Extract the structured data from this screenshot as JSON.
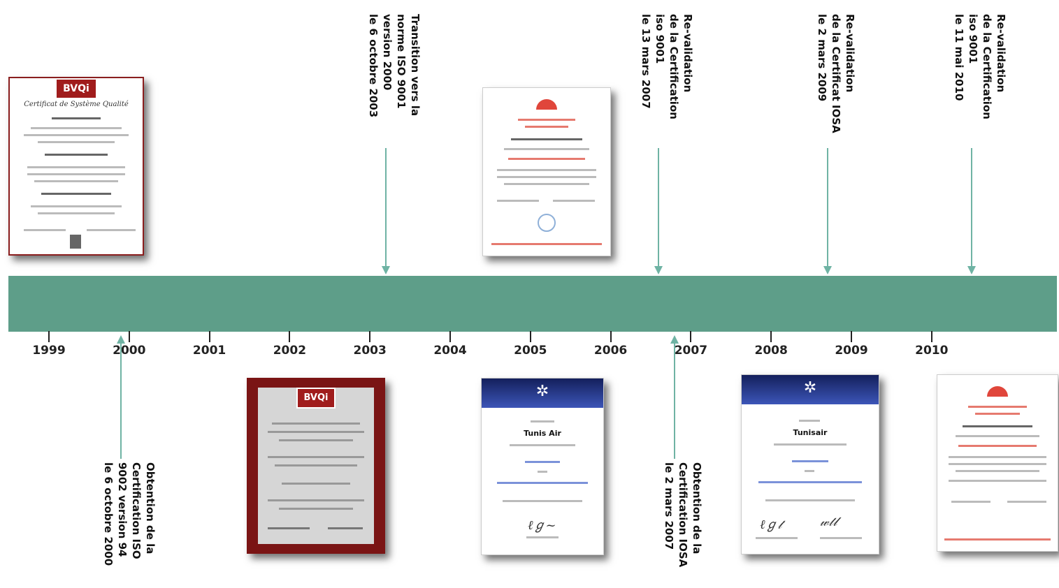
{
  "timeline": {
    "band_color": "#5e9e89",
    "connector_color": "#6fb3a4",
    "years": [
      "1999",
      "2000",
      "2001",
      "2002",
      "2003",
      "2004",
      "2005",
      "2006",
      "2007",
      "2008",
      "2009",
      "2010"
    ]
  },
  "events_above": [
    {
      "id": "transition-2003",
      "year_marker": "2003.2",
      "lines": [
        "Transition vers la",
        "norme ISO 9001",
        "version 2000",
        "le 6 octobre 2003"
      ]
    },
    {
      "id": "revalidation-iso-2007",
      "year_marker": "2006.6",
      "lines": [
        "Re-validation",
        "de la Certification",
        "iso 9001",
        "le 13 mars 2007"
      ]
    },
    {
      "id": "revalidation-iosa-2009",
      "year_marker": "2008.7",
      "lines": [
        "Re-validation",
        "de la Certificat IOSA",
        "le 2 mars 2009"
      ]
    },
    {
      "id": "revalidation-iso-2010",
      "year_marker": "2010.5",
      "lines": [
        "Re-validation",
        "de la Certification",
        "iso 9001",
        "le 11 mai 2010"
      ]
    }
  ],
  "events_below": [
    {
      "id": "obtention-iso-2000",
      "year_marker": "1999.9",
      "lines": [
        "Obtention de la",
        "Certification ISO",
        "9002 version 94",
        "le 6 octobre 2000"
      ]
    },
    {
      "id": "obtention-iosa-2007",
      "year_marker": "2006.8",
      "lines": [
        "Obtention de la",
        "Certification IOSA",
        "le 2 mars 2007"
      ]
    }
  ],
  "certificates": {
    "bvqi_logo": "BVQi",
    "cert1_title": "Certificat de Système Qualité",
    "iosa_names": [
      "Tunis Air",
      "Tunisair"
    ]
  }
}
